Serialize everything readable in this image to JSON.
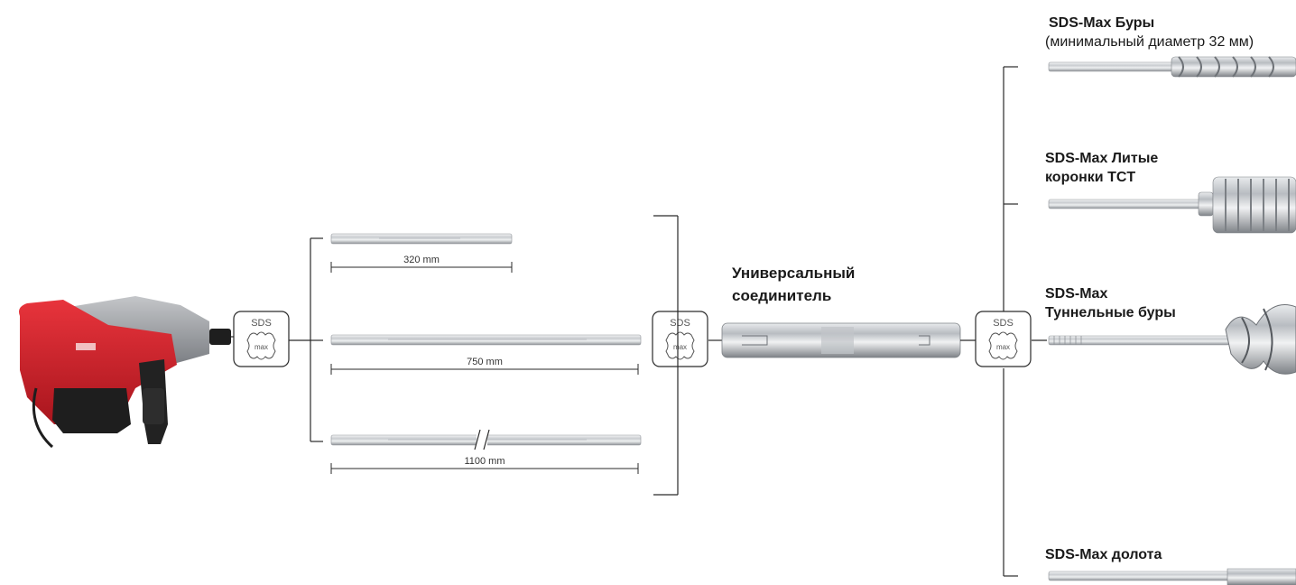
{
  "sds_badge": {
    "top": "SDS",
    "inner": "max"
  },
  "extensions": [
    {
      "length_label": "320 mm"
    },
    {
      "length_label": "750 mm"
    },
    {
      "length_label": "1100 mm"
    }
  ],
  "connector": {
    "title_line1": "Универсальный",
    "title_line2": "соединитель"
  },
  "tools": [
    {
      "line1": "SDS-Max Буры",
      "line2": "(минимальный диаметр 32 мм)"
    },
    {
      "line1": "SDS-Max Литые",
      "line2": "коронки TCT"
    },
    {
      "line1": "SDS-Max",
      "line2": "Туннельные буры"
    },
    {
      "line1": "SDS-Max долота"
    }
  ],
  "colors": {
    "hammer_red": "#d0202a",
    "hammer_grey": "#9a9da2",
    "hammer_black": "#1e1e1e",
    "line": "#2a2a2a",
    "steel_light": "#e6e8ea",
    "steel_dark": "#8f9398"
  }
}
